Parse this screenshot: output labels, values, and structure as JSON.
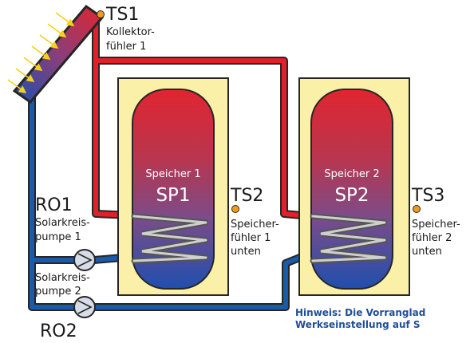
{
  "sensors": {
    "ts1": {
      "code": "TS1",
      "desc_line1": "Kollektor-",
      "desc_line2": "fühler 1"
    },
    "ts2": {
      "code": "TS2",
      "desc_line1": "Speicher-",
      "desc_line2": "fühler 1",
      "desc_line3": "unten"
    },
    "ts3": {
      "code": "TS3",
      "desc_line1": "Speicher-",
      "desc_line2": "fühler 2",
      "desc_line3": "unten"
    }
  },
  "tanks": {
    "sp1": {
      "name": "Speicher 1",
      "code": "SP1"
    },
    "sp2": {
      "name": "Speicher 2",
      "code": "SP2"
    }
  },
  "pumps": {
    "ro1": {
      "code": "RO1",
      "desc_line1": "Solarkreis-",
      "desc_line2": "pumpe 1"
    },
    "ro2": {
      "code": "RO2",
      "desc_line1": "Solarkreis-",
      "desc_line2": "pumpe 2"
    }
  },
  "note": {
    "line1": "Hinweis: Die Vorranglad",
    "line2": "Werkseinstellung auf S"
  },
  "colors": {
    "hot_pipe": "#e0202a",
    "cold_pipe": "#1a5aa8",
    "pipe_outline": "#262626",
    "tank_panel": "#fbf0a8",
    "sensor": "#f39a1c",
    "sun_rays": "#f5d21a",
    "note_text": "#1f4e9a"
  }
}
